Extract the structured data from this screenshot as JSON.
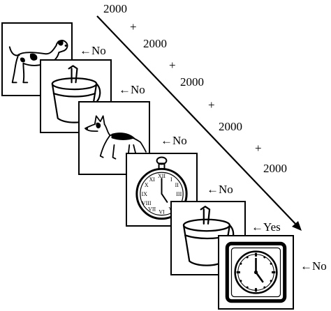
{
  "timing": {
    "durations": [
      "2000",
      "2000",
      "2000",
      "2000",
      "2000"
    ],
    "separator": "+"
  },
  "trials": [
    {
      "picture": "dog-icon",
      "response": "No"
    },
    {
      "picture": "bucket-icon",
      "response": "No"
    },
    {
      "picture": "dog-icon",
      "response": "No"
    },
    {
      "picture": "pocket-watch-icon",
      "response": "No"
    },
    {
      "picture": "bucket-icon",
      "response": "Yes"
    },
    {
      "picture": "clock-icon",
      "response": "No"
    }
  ],
  "arrow_glyph": "←"
}
